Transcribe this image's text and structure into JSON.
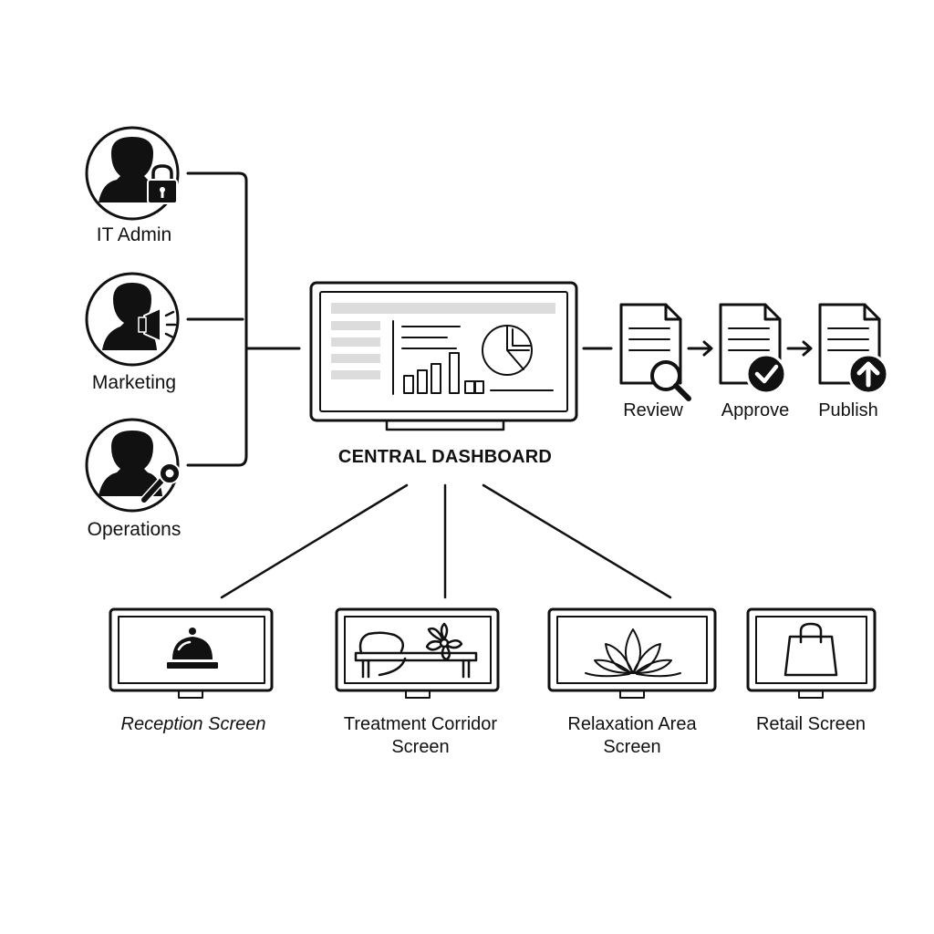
{
  "roles": [
    {
      "label": "IT Admin",
      "icon": "user-lock-icon"
    },
    {
      "label": "Marketing",
      "icon": "user-megaphone-icon"
    },
    {
      "label": "Operations",
      "icon": "user-wrench-icon"
    }
  ],
  "dashboard": {
    "label": "CENTRAL DASHBOARD",
    "icon": "monitor-dashboard-icon"
  },
  "workflow": [
    {
      "label": "Review",
      "icon": "document-search-icon"
    },
    {
      "label": "Approve",
      "icon": "document-check-icon"
    },
    {
      "label": "Publish",
      "icon": "document-upload-icon"
    }
  ],
  "screens": [
    {
      "label": "Reception Screen",
      "icon": "service-bell-icon"
    },
    {
      "label": "Treatment Corridor Screen",
      "icon": "bench-flower-icon"
    },
    {
      "label": "Relaxation Area Screen",
      "icon": "lotus-icon"
    },
    {
      "label": "Retail Screen",
      "icon": "shopping-bag-icon"
    }
  ]
}
